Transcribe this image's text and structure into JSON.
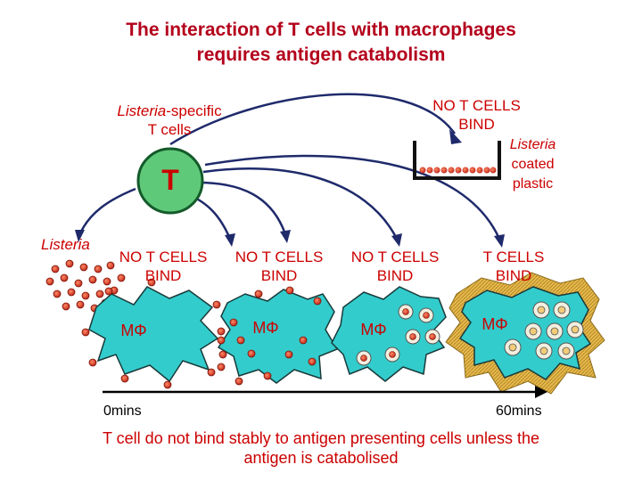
{
  "title": {
    "line1": "The interaction of T cells with macrophages",
    "line2": "requires antigen catabolism"
  },
  "tcell": {
    "label_italic": "Listeria",
    "label_rest": "-specific",
    "label_line2": "T cells",
    "symbol": "T"
  },
  "plastic": {
    "result_line1": "NO T CELLS",
    "result_line2": "BIND",
    "label_line1": "Listeria",
    "label_line2": "coated",
    "label_line3": "plastic"
  },
  "free_listeria_label": "Listeria",
  "stages": [
    {
      "result_line1": "NO T CELLS",
      "result_line2": "BIND",
      "macrophage_label": "MΦ"
    },
    {
      "result_line1": "NO T CELLS",
      "result_line2": "BIND",
      "macrophage_label": "MΦ"
    },
    {
      "result_line1": "NO T CELLS",
      "result_line2": "BIND",
      "macrophage_label": "MΦ"
    },
    {
      "result_line1": "T CELLS",
      "result_line2": "BIND",
      "macrophage_label": "MΦ"
    }
  ],
  "timeline": {
    "start": "0mins",
    "end": "60mins"
  },
  "caption": {
    "line1": "T cell do not bind stably to antigen presenting cells unless the",
    "line2": "antigen is catabolised"
  },
  "colors": {
    "title": "#b3001b",
    "labels": "#cc0000",
    "arrow": "#1f2a6b",
    "cell_fill": "#33cccc",
    "tcell_fill": "#5fc97a",
    "halo": "#e6b84a"
  }
}
